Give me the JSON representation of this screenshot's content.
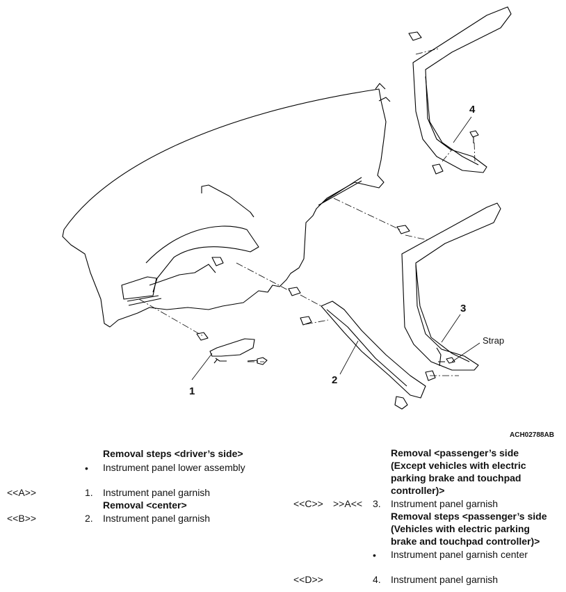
{
  "diagram": {
    "callouts": [
      "1",
      "2",
      "3",
      "4"
    ],
    "strap_label": "Strap",
    "figure_code": "ACH02788AB"
  },
  "left": {
    "heading1": "Removal steps <driver’s side>",
    "bullet_item": "Instrument panel lower assembly",
    "step1_ref": "<<A>>",
    "step1_num": "1.",
    "step1_text": "Instrument panel garnish",
    "heading2": "Removal <center>",
    "step2_ref": "<<B>>",
    "step2_num": "2.",
    "step2_text": "Instrument panel garnish"
  },
  "right": {
    "heading1_lines": [
      "Removal <passenger’s side",
      "(Except vehicles with electric",
      "parking brake and touchpad",
      "controller)>"
    ],
    "step3_ref1": "<<C>>",
    "step3_ref2": ">>A<<",
    "step3_num": "3.",
    "step3_text": "Instrument panel garnish",
    "heading2_lines": [
      "Removal steps <passenger’s side",
      "(Vehicles with electric parking",
      "brake and touchpad controller)>"
    ],
    "bullet_item": "Instrument panel garnish center",
    "step4_ref": "<<D>>",
    "step4_num": "4.",
    "step4_text": "Instrument panel garnish"
  },
  "bullet_glyph": "•"
}
